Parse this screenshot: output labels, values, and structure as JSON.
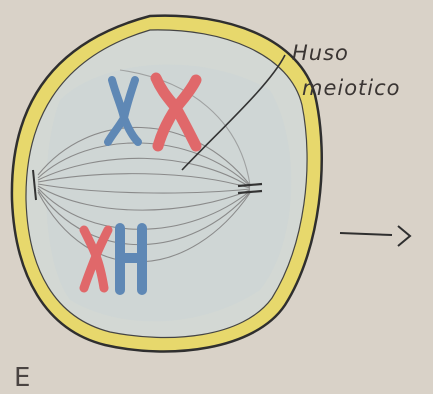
{
  "labels": {
    "spindle_line1": "Huso",
    "spindle_line2": "meiotico",
    "panel_letter": "E"
  },
  "colors": {
    "paper": "#d9d2c8",
    "cell_wall": "#e5d56a",
    "cytoplasm": "#cfd6d4",
    "nucleus_outline": "#3b3a3a",
    "chromosome_blue": "#5f88b5",
    "chromosome_red": "#e0686a",
    "spindle_lines": "#8a8a8a",
    "ink": "#3a3533"
  },
  "icons": {
    "arrow": "right-arrow-icon"
  }
}
